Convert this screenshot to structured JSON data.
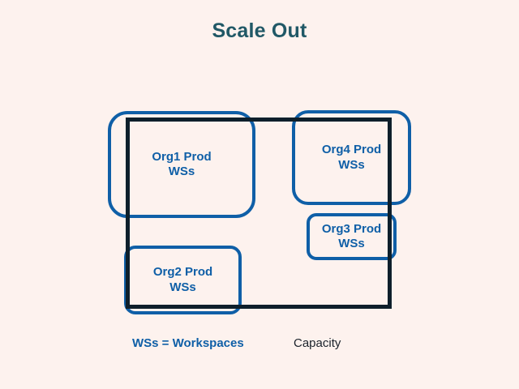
{
  "title": "Scale Out",
  "colors": {
    "background": "#fdf2ee",
    "capacity_border": "#0e1f2b",
    "org_border": "#0f5fa7",
    "org_text": "#0f5fa7",
    "title_text": "#205866",
    "capacity_label_text": "#1b222b"
  },
  "capacity": {
    "label": "Capacity"
  },
  "legend": {
    "text": "WSs = Workspaces"
  },
  "org_boxes": [
    {
      "id": "org1",
      "line1": "Org1 Prod",
      "line2": "WSs"
    },
    {
      "id": "org2",
      "line1": "Org2 Prod",
      "line2": "WSs"
    },
    {
      "id": "org3",
      "line1": "Org3 Prod",
      "line2": "WSs"
    },
    {
      "id": "org4",
      "line1": "Org4 Prod",
      "line2": "WSs"
    }
  ]
}
